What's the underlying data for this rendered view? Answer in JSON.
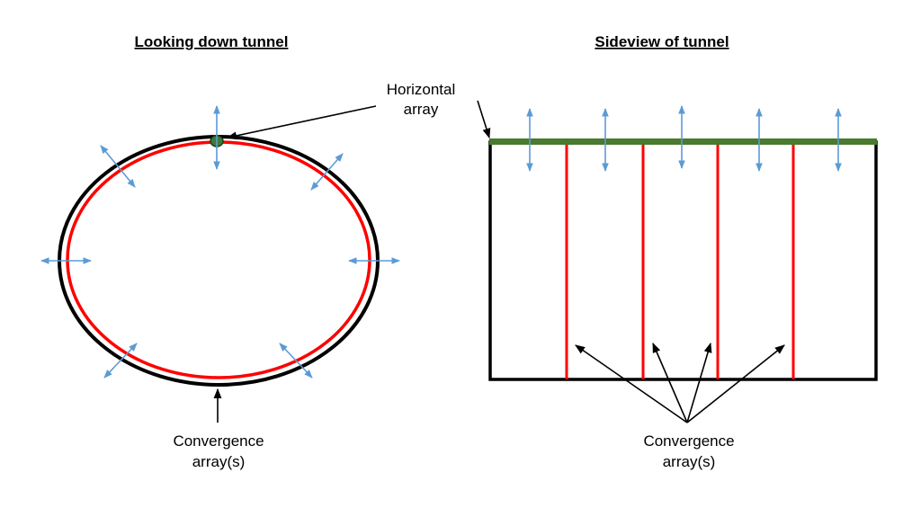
{
  "left_panel": {
    "title": "Looking down tunnel",
    "horizontal_label_line1": "Horizontal",
    "horizontal_label_line2": "array",
    "convergence_label_line1": "Convergence",
    "convergence_label_line2": "array(s)"
  },
  "right_panel": {
    "title": "Sideview of tunnel",
    "convergence_label_line1": "Convergence",
    "convergence_label_line2": "array(s)"
  },
  "colors": {
    "tunnel_outline": "#000000",
    "convergence_array": "#ff0000",
    "horizontal_array": "#4a7a2e",
    "movement_arrow": "#5b9bd5",
    "pointer_arrow": "#000000"
  },
  "icons": {
    "movement": "double-headed-arrow-icon",
    "pointer": "arrow-icon"
  }
}
